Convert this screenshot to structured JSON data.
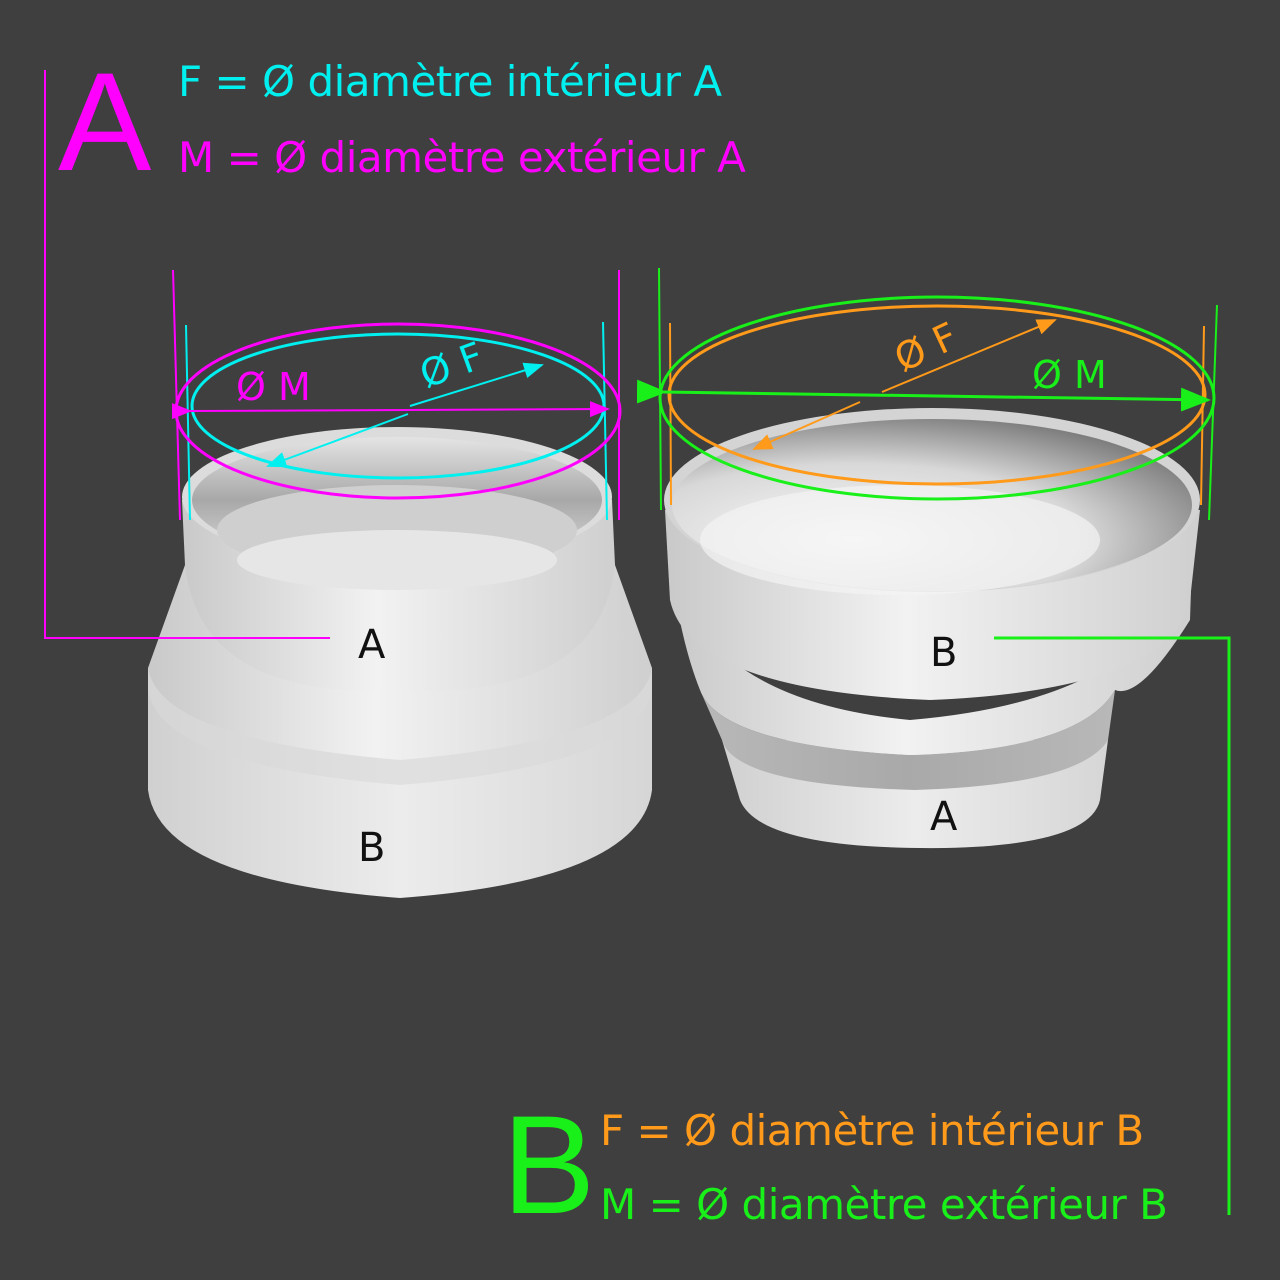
{
  "colors": {
    "background": "#3f3f3f",
    "magenta": "#ff00ff",
    "cyan": "#00f0f0",
    "orange": "#ff9a1a",
    "green": "#19f019",
    "part_fill": "#e2e2e2",
    "label_text": "#111111"
  },
  "legend_a": {
    "letter": "A",
    "line_f": "F = Ø diamètre intérieur A",
    "line_m": "M = Ø diamètre extérieur A"
  },
  "legend_b": {
    "letter": "B",
    "line_f": "F = Ø diamètre intérieur B",
    "line_m": "M = Ø diamètre extérieur B"
  },
  "left_part": {
    "dim_m": "Ø M",
    "dim_f": "Ø F",
    "top_label": "A",
    "bottom_label": "B"
  },
  "right_part": {
    "dim_m": "Ø M",
    "dim_f": "Ø F",
    "top_label": "B",
    "bottom_label": "A"
  }
}
